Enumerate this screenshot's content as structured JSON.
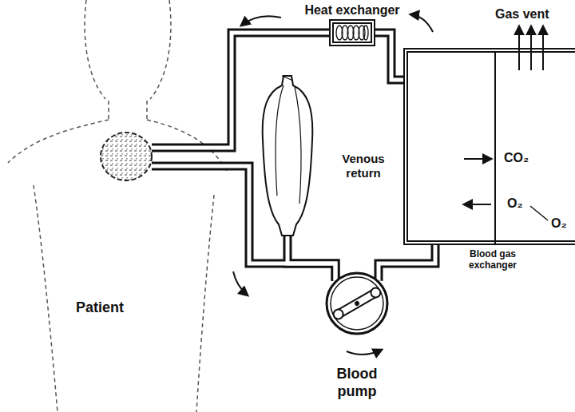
{
  "diagram": {
    "nodes": [
      {
        "text": [
          "Heat exchanger"
        ]
      },
      {
        "text": [
          "Venous return"
        ]
      },
      {
        "text": [
          "Blood pump"
        ]
      },
      {
        "text": [
          "CO₂",
          "O₂",
          "Blood gas exchanger"
        ]
      },
      {
        "text": [
          "Patient"
        ]
      }
    ],
    "edges": [
      {
        "from": 4,
        "to": 2,
        "arrow": "none"
      },
      {
        "from": 1,
        "to": 2,
        "arrow": "none"
      },
      {
        "from": 2,
        "to": 3,
        "arrow": "none"
      },
      {
        "from": 3,
        "to": 0,
        "arrow": "none"
      },
      {
        "from": 0,
        "to": 4,
        "arrow": "none"
      }
    ],
    "labels": [
      "Gas vent",
      "O₂"
    ]
  }
}
